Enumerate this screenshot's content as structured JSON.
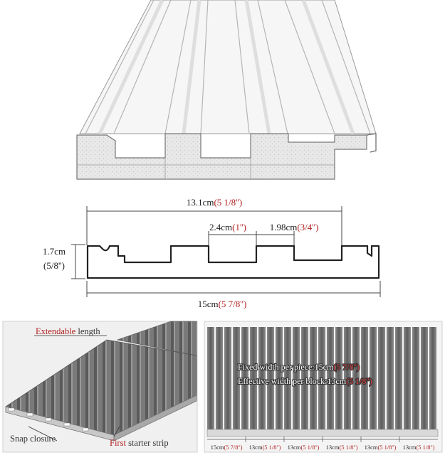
{
  "diagram": {
    "dimensions": {
      "top_width": "13.1cm",
      "top_width_in": "(5 1/8'')",
      "height": "1.7cm",
      "height_in": "(5/8'')",
      "rib_width": "2.4cm",
      "rib_width_in": "(1'')",
      "groove_width": "1.98cm",
      "groove_width_in": "(3/4'')",
      "bottom_width": "15cm",
      "bottom_width_in": "(5 7/8'')"
    },
    "left_panel": {
      "extendable_word": "Extendable",
      "extendable_rest": " length",
      "snap_label": "Snap closure",
      "first_word": "First",
      "starter_rest": " starter strip"
    },
    "right_panel": {
      "fixed_prefix": "Fixed width per piece:15cm",
      "fixed_in": "(5 7/8'')",
      "effective_prefix": "Effective width per block:13cm",
      "effective_in": "(5 1/8'')",
      "segments": [
        {
          "cm": "15cm",
          "in": "(5 7/8'')"
        },
        {
          "cm": "13cm",
          "in": "(5 1/8'')"
        },
        {
          "cm": "13cm",
          "in": "(5 1/8'')"
        },
        {
          "cm": "13cm",
          "in": "(5 1/8'')"
        },
        {
          "cm": "13cm",
          "in": "(5 1/8'')"
        },
        {
          "cm": "13cm",
          "in": "(5 1/8'')"
        }
      ]
    },
    "colors": {
      "red": "#b21f1f",
      "panel_gray": "#6e6e6e",
      "line": "#444444"
    }
  }
}
